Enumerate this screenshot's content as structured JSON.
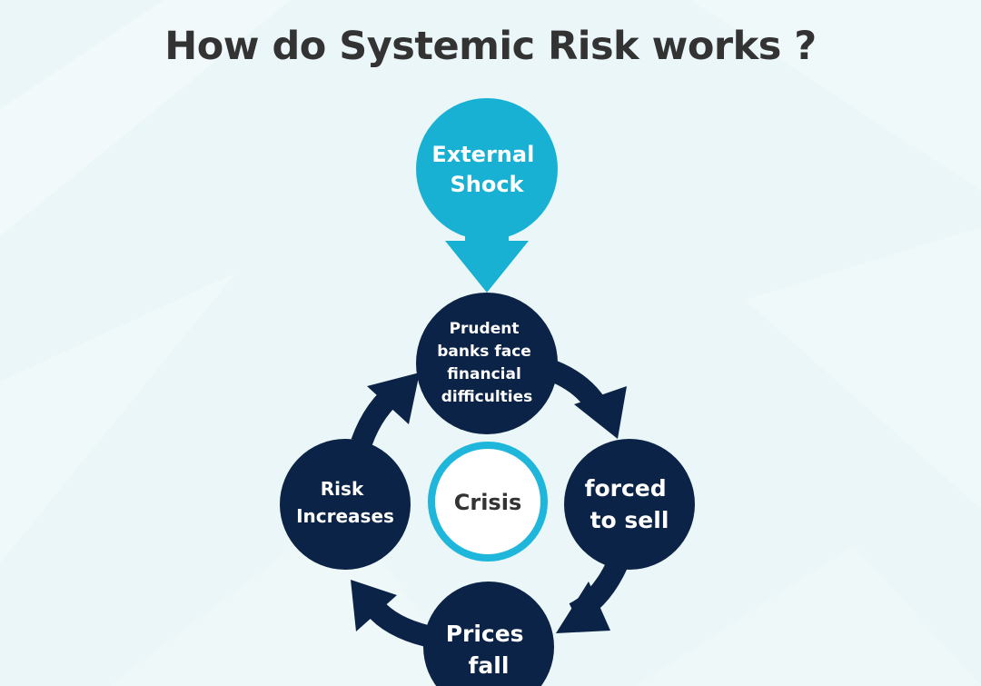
{
  "title": "How do Systemic Risk works ?",
  "colors": {
    "background": "#eaf6f7",
    "shock": "#18b1d3",
    "node": "#0b2346",
    "crisis_ring": "#1eb6da",
    "title": "#333333"
  },
  "nodes": {
    "external_shock": [
      "External",
      "Shock"
    ],
    "prudent_banks": [
      "Prudent",
      "banks face",
      "financial",
      "difficulties"
    ],
    "forced_to_sell": [
      "forced",
      "to sell"
    ],
    "prices_fall": [
      "Prices",
      "fall"
    ],
    "risk_increases": [
      "Risk",
      "Increases"
    ],
    "crisis": "Crisis"
  }
}
